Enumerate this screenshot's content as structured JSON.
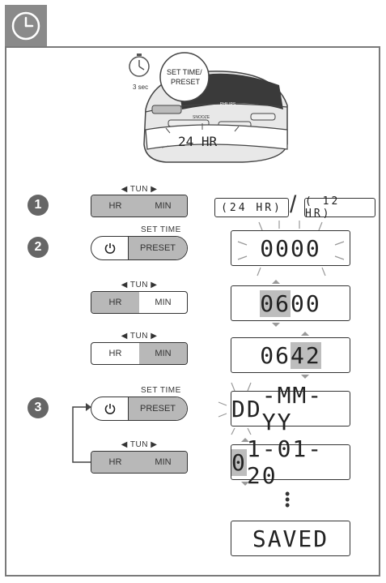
{
  "icons": {
    "clock": "clock-icon",
    "power": "power-icon",
    "hold": "stopwatch-icon",
    "bracket": "loop-arrow-icon"
  },
  "hero": {
    "callout": [
      "SET TIME/",
      "PRESET"
    ],
    "hold": "3 sec",
    "brand": "PHILIPS",
    "snooze": "SNOOZE",
    "display": "24 HR"
  },
  "steps": [
    "1",
    "2",
    "3"
  ],
  "tun_label": "◀  TUN  ▶",
  "settime_label": "SET  TIME",
  "buttons": {
    "hr": "HR",
    "min": "MIN",
    "preset": "PRESET"
  },
  "lcd": {
    "h24": "(24 HR)",
    "h12": "( 12 HR)",
    "slash": "/",
    "zero": "0000",
    "t1_hh": "06",
    "t1_mm": "00",
    "t2_hh": "06",
    "t2_mm": "42",
    "date_dd": "DD",
    "date_rest": "-MM-YY",
    "d2_first": "0",
    "d2_rest": "1-01-20",
    "saved": "SAVED"
  },
  "colors": {
    "frame": "#7a7a7a",
    "highlight": "#b8b8b8"
  }
}
